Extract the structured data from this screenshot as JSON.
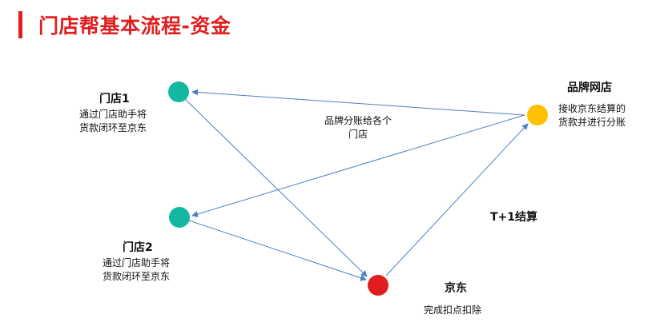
{
  "title": "门店帮基本流程-资金",
  "colors": {
    "accent": "#e01e1e",
    "store_node": "#14b8a0",
    "brand_node": "#ffc000",
    "jd_node": "#e01e1e",
    "edge": "#4f7fc0"
  },
  "nodes": {
    "store1": {
      "label": "门店1",
      "desc_line1": "通过门店助手将",
      "desc_line2": "货款闭环至京东"
    },
    "store2": {
      "label": "门店2",
      "desc_line1": "通过门店助手将",
      "desc_line2": "货款闭环至京东"
    },
    "brand": {
      "label": "品牌网店",
      "desc_line1": "接收京东结算的",
      "desc_line2": "货款并进行分账"
    },
    "jd": {
      "label": "京东",
      "desc": "完成扣点扣除"
    }
  },
  "edge_labels": {
    "brand_split_line1": "品牌分账给各个",
    "brand_split_line2": "门店",
    "settlement": "T+1结算"
  }
}
